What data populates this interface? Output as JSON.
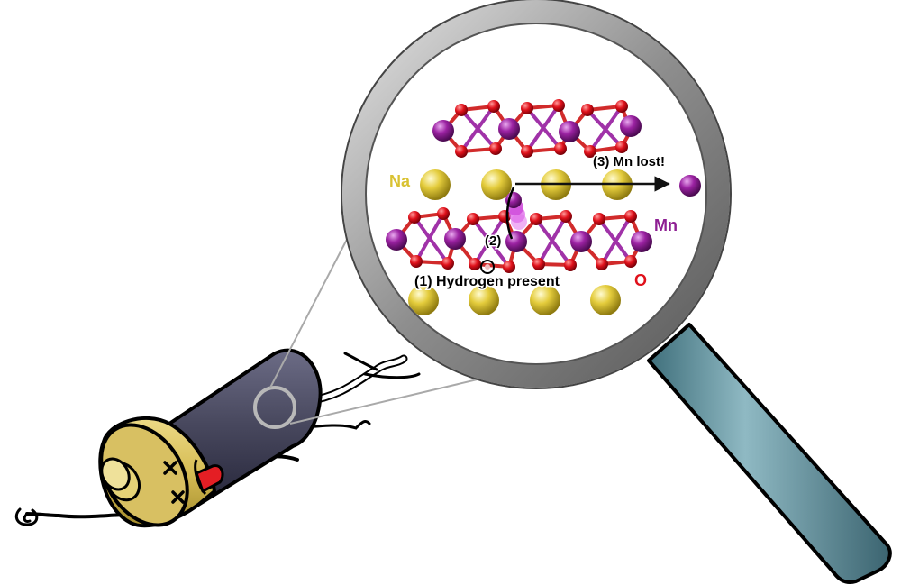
{
  "labels": {
    "na": "Na",
    "mn": "Mn",
    "o": "O",
    "step1": "(1) Hydrogen present",
    "step2": "(2)",
    "step3": "(3) Mn lost!"
  },
  "colors": {
    "sodium": "#d9c232",
    "manganese": "#8e1f93",
    "oxygen": "#e0111b",
    "battery_body": "#4a4a60",
    "battery_cap": "#d6bd55",
    "handle": "#5f8f9b",
    "lens_rim": "#9a9a9a",
    "tongue": "#e41e24"
  },
  "icons": [
    "magnifying-glass-icon",
    "battery-character-icon"
  ]
}
